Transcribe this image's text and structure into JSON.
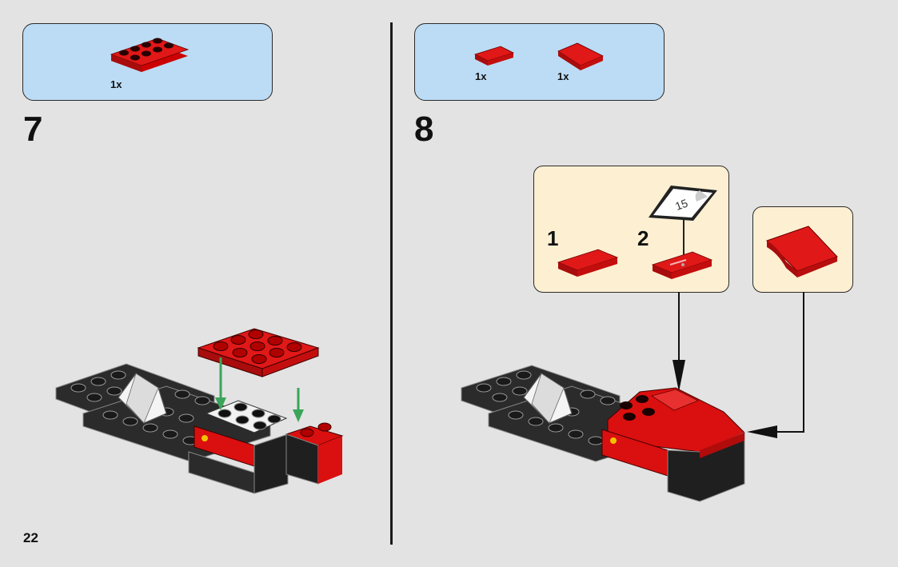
{
  "page": {
    "number": "22"
  },
  "colors": {
    "background": "#e3e3e3",
    "parts_box": "#bcdcf5",
    "callout": "#fdefd2",
    "brick_red": "#d9100f",
    "brick_black": "#2b2b2b",
    "guide_arrow": "#3aa55a"
  },
  "steps": [
    {
      "number": "7",
      "parts": [
        {
          "name": "red 2x4 plate",
          "quantity": "1x"
        }
      ]
    },
    {
      "number": "8",
      "parts": [
        {
          "name": "red 1x2 tile",
          "quantity": "1x"
        },
        {
          "name": "red 2x2 curved slope",
          "quantity": "1x"
        }
      ],
      "sub_steps": [
        {
          "number": "1",
          "label": "red 1x2 tile"
        },
        {
          "number": "2",
          "label": "apply sticker",
          "sticker_number": "15"
        }
      ]
    }
  ]
}
